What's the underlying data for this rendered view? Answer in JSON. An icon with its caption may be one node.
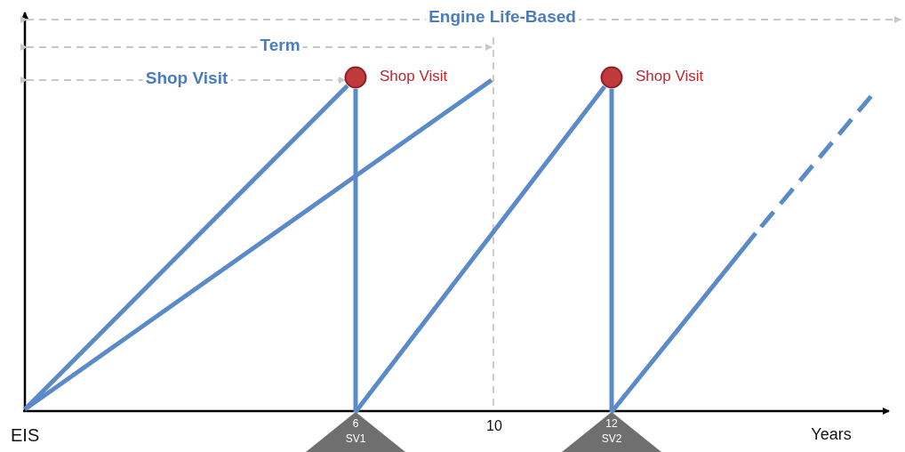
{
  "diagram": {
    "nodes": [
      {
        "text": [],
        "shape": "circle",
        "beside": [
          "Shop Visit"
        ]
      },
      {
        "text": [],
        "shape": "circle",
        "beside": [
          "Shop Visit"
        ]
      },
      {
        "text": [
          "6",
          "SV1"
        ]
      },
      {
        "text": [
          "12",
          "SV2"
        ]
      }
    ],
    "edges": [
      {
        "from": 0,
        "to": 2,
        "arrow": "none"
      },
      {
        "from": 1,
        "to": 3,
        "arrow": "none"
      },
      {
        "from": null,
        "to": 0,
        "arrow": "none"
      },
      {
        "from": 2,
        "to": 1,
        "arrow": "none"
      },
      {
        "from": 3,
        "to": null,
        "arrow": "none"
      }
    ],
    "labels": [
      "Engine Life-Based",
      "Term",
      "Shop Visit",
      "EIS",
      "10",
      "Years"
    ]
  }
}
